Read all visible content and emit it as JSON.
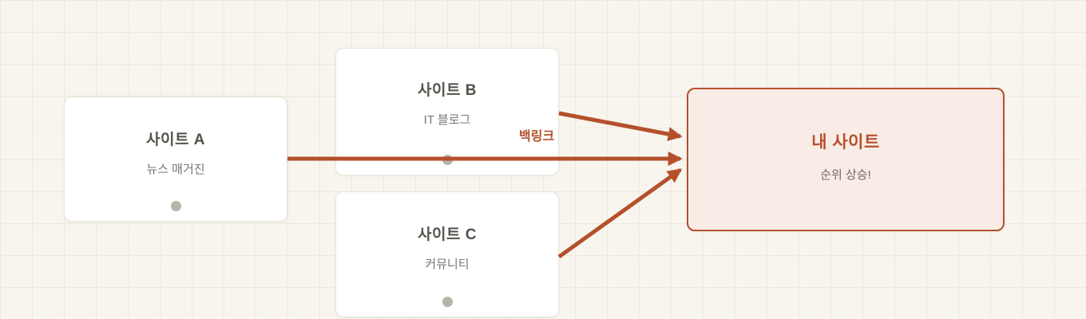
{
  "colors": {
    "accent": "#b5502c",
    "background": "#f7f5ee",
    "grid_line": "#ece9df",
    "node_bg": "#ffffff",
    "node_border": "#e8e4da",
    "target_bg": "#f9ece6",
    "title_text": "#55514b",
    "subtitle_text": "#7a766f",
    "dot": "#b8b4ac"
  },
  "nodes": {
    "site_a": {
      "title": "사이트 A",
      "subtitle": "뉴스 매거진"
    },
    "site_b": {
      "title": "사이트 B",
      "subtitle": "IT 블로그"
    },
    "site_c": {
      "title": "사이트 C",
      "subtitle": "커뮤니티"
    },
    "my_site": {
      "title": "내 사이트",
      "subtitle": "순위 상승!"
    }
  },
  "edge_label": "백링크"
}
